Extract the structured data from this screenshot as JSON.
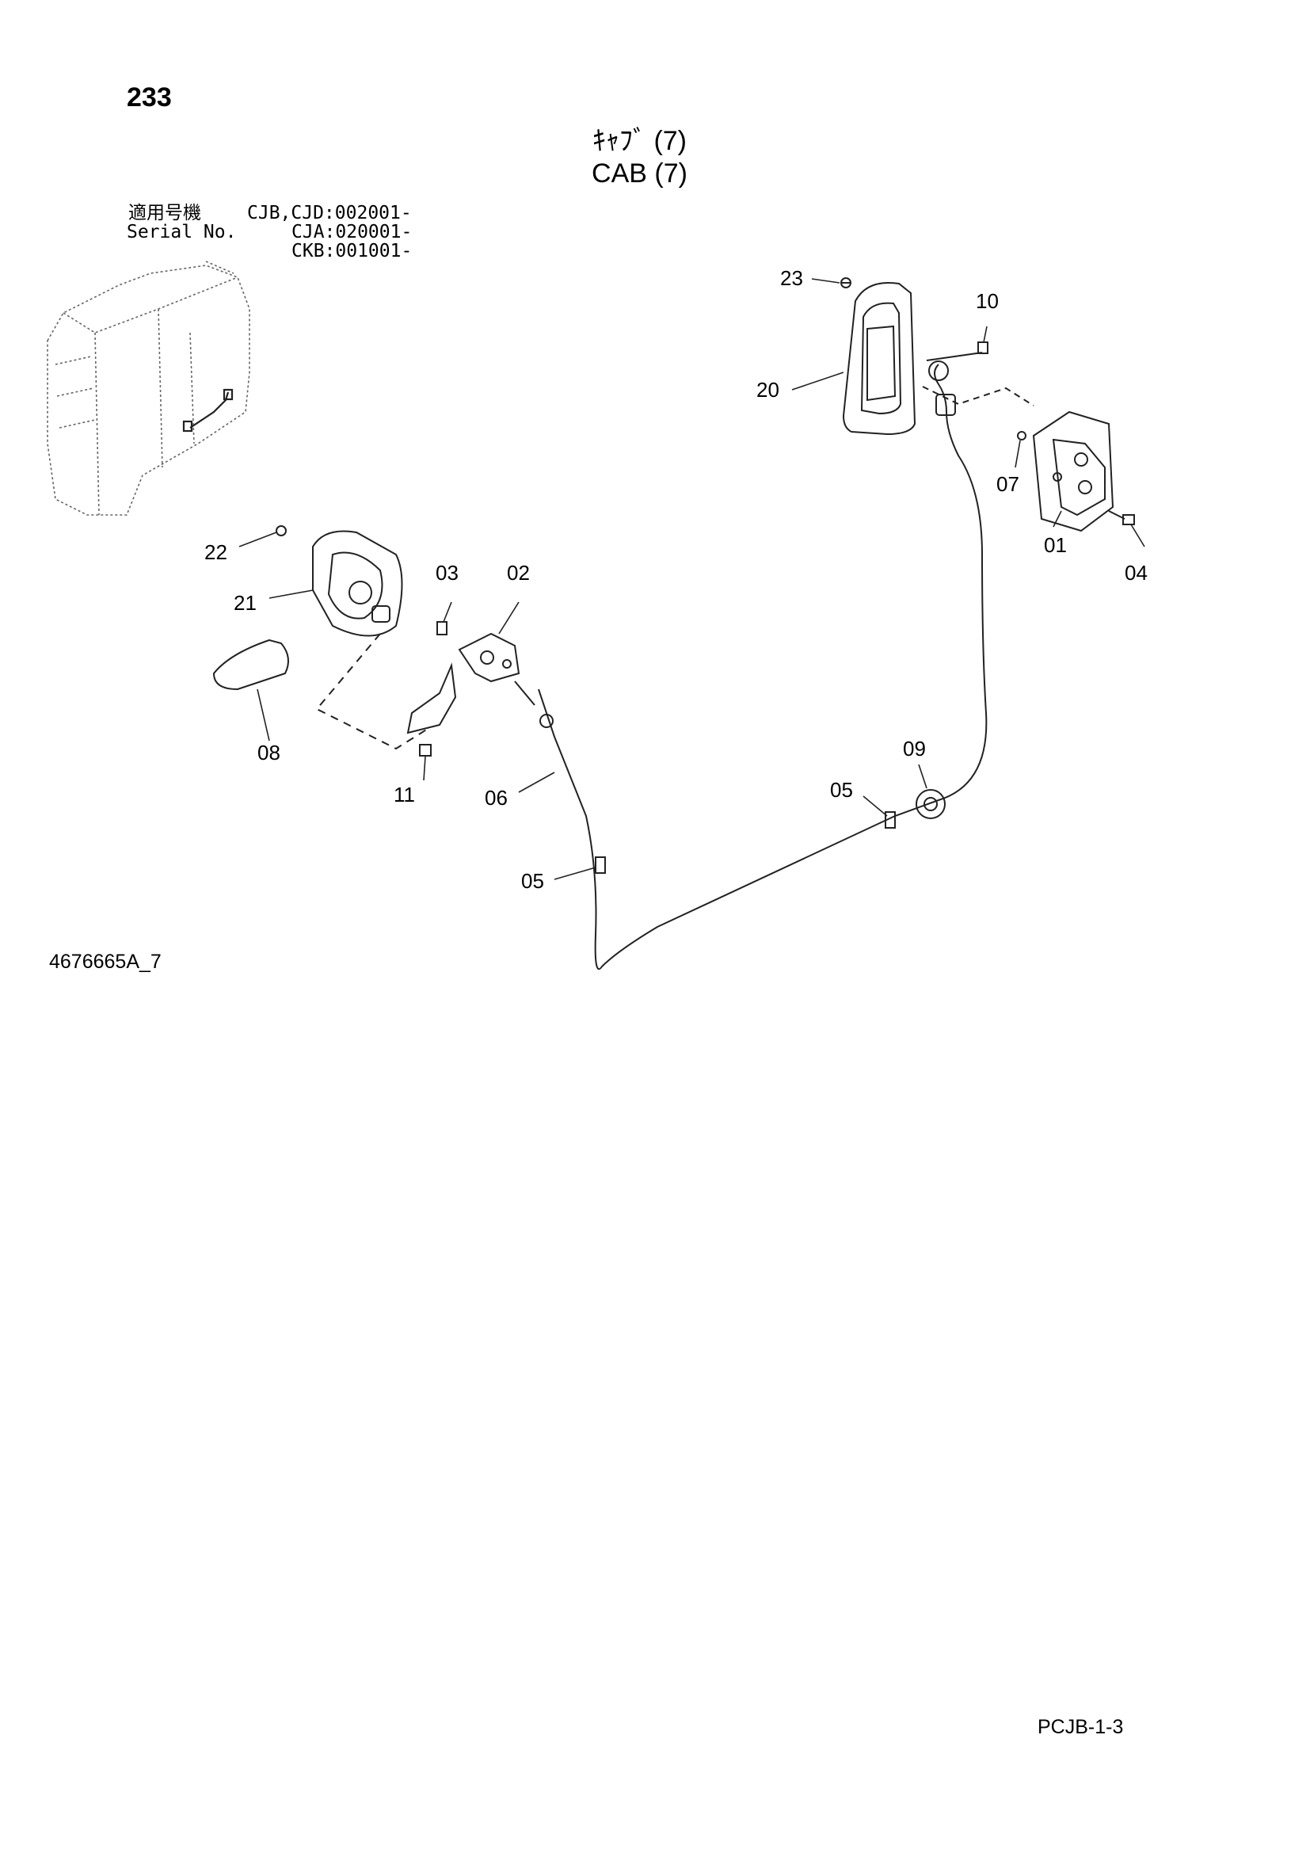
{
  "page_number": "233",
  "title_jp": "ｷｬﾌﾞ (7)",
  "title_en": "CAB (7)",
  "serial": {
    "label_jp": "適用号機",
    "label_en": "Serial No.",
    "lines": [
      "CJB,CJD:002001-",
      "CJA:020001-",
      "CKB:001001-"
    ]
  },
  "callouts": [
    "23",
    "10",
    "20",
    "07",
    "01",
    "04",
    "22",
    "03",
    "02",
    "21",
    "08",
    "11",
    "06",
    "09",
    "05",
    "05"
  ],
  "drawing_number": "4676665A_7",
  "page_code": "PCJB-1-3"
}
